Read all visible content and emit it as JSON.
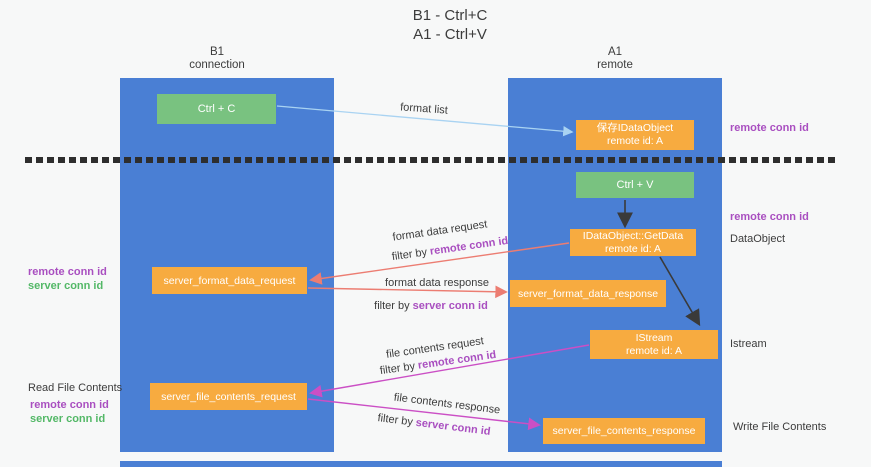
{
  "title": {
    "line1": "B1 - Ctrl+C",
    "line2": "A1 - Ctrl+V"
  },
  "lanes": {
    "left": {
      "title": "B1",
      "subtitle": "connection"
    },
    "right": {
      "title": "A1",
      "subtitle": "remote"
    }
  },
  "nodes": {
    "ctrl_c": {
      "label": "Ctrl + C"
    },
    "ctrl_v": {
      "label": "Ctrl + V"
    },
    "save_idataobject": {
      "line1": "保存IDataObject",
      "line2": "remote id: A"
    },
    "getdata": {
      "line1": "IDataObject::GetData",
      "line2": "remote id: A"
    },
    "istream": {
      "line1": "IStream",
      "line2": "remote id: A"
    },
    "server_format_data_request": {
      "label": "server_format_data_request"
    },
    "server_format_data_response": {
      "label": "server_format_data_response"
    },
    "server_file_contents_request": {
      "label": "server_file_contents_request"
    },
    "server_file_contents_response": {
      "label": "server_file_contents_response"
    }
  },
  "edges": {
    "format_list": {
      "label": "format list"
    },
    "format_data_request": {
      "label": "format data request",
      "filter_prefix": "filter by",
      "filter_key": "remote conn id"
    },
    "format_data_response": {
      "label": "format data response",
      "filter_prefix": "filter by",
      "filter_key": "server conn id"
    },
    "file_contents_request": {
      "label": "file contents request",
      "filter_prefix": "filter by",
      "filter_key": "remote conn id"
    },
    "file_contents_response": {
      "label": "file contents response",
      "filter_prefix": "filter by",
      "filter_key": "server conn id"
    }
  },
  "annotations": {
    "remote_conn_id_right_top": "remote conn id",
    "remote_conn_id_right_mid": "remote conn id",
    "dataobject": "DataObject",
    "istream": "Istream",
    "write_file_contents": "Write File Contents",
    "read_file_contents": "Read File Contents",
    "remote_conn_id_left_mid": "remote conn id",
    "server_conn_id_left_mid": "server conn id",
    "remote_conn_id_left_bottom": "remote conn id",
    "server_conn_id_left_bottom": "server conn id"
  },
  "colors": {
    "background": "#f7f8f8",
    "lane_blue": "#4a7fd4",
    "node_green": "#79c280",
    "node_orange": "#f7ab40",
    "accent_purple": "#a94fc0",
    "accent_green": "#53b867",
    "arrow_salmon": "#ec7d72",
    "arrow_magenta": "#cb4fc5",
    "arrow_lightblue": "#a9d3f2",
    "arrow_dark": "#3a3a3a",
    "text_dark": "#3c3c3c",
    "dash": "#2e2e2e"
  }
}
